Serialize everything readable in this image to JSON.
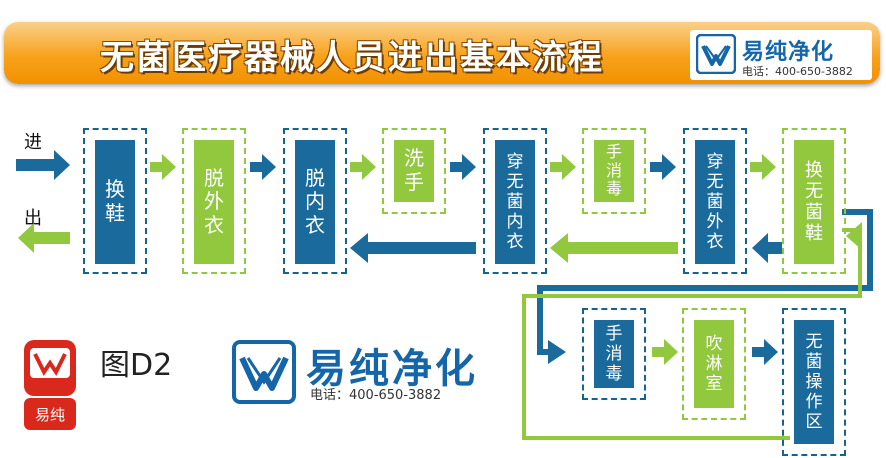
{
  "header": {
    "title": "无菌医疗器械人员进出基本流程",
    "brand_name": "易纯净化",
    "brand_phone": "电话：400-650-3882"
  },
  "io": {
    "in_label": "进",
    "out_label": "出"
  },
  "steps_row1": [
    {
      "label": "换鞋",
      "color": "#1a6a9b"
    },
    {
      "label": "脱外衣",
      "color": "#92c83e"
    },
    {
      "label": "脱内衣",
      "color": "#1a6a9b"
    },
    {
      "label": "洗手",
      "color": "#92c83e"
    },
    {
      "label": "穿无菌内衣",
      "color": "#1a6a9b"
    },
    {
      "label": "手消毒",
      "color": "#92c83e"
    },
    {
      "label": "穿无菌外衣",
      "color": "#1a6a9b"
    },
    {
      "label": "换无菌鞋",
      "color": "#92c83e"
    }
  ],
  "steps_row2": [
    {
      "label": "手消毒",
      "color": "#1a6a9b"
    },
    {
      "label": "吹淋室",
      "color": "#92c83e"
    },
    {
      "label": "无菌操作区",
      "color": "#1a6a9b"
    }
  ],
  "figure_label": "图D2",
  "footer_brand": {
    "name": "易纯净化",
    "phone": "电话：400-650-3882"
  },
  "seal": {
    "text": "易纯"
  },
  "colors": {
    "blue": "#1a6a9b",
    "green": "#92c83e",
    "orange": "#f7a21c"
  }
}
